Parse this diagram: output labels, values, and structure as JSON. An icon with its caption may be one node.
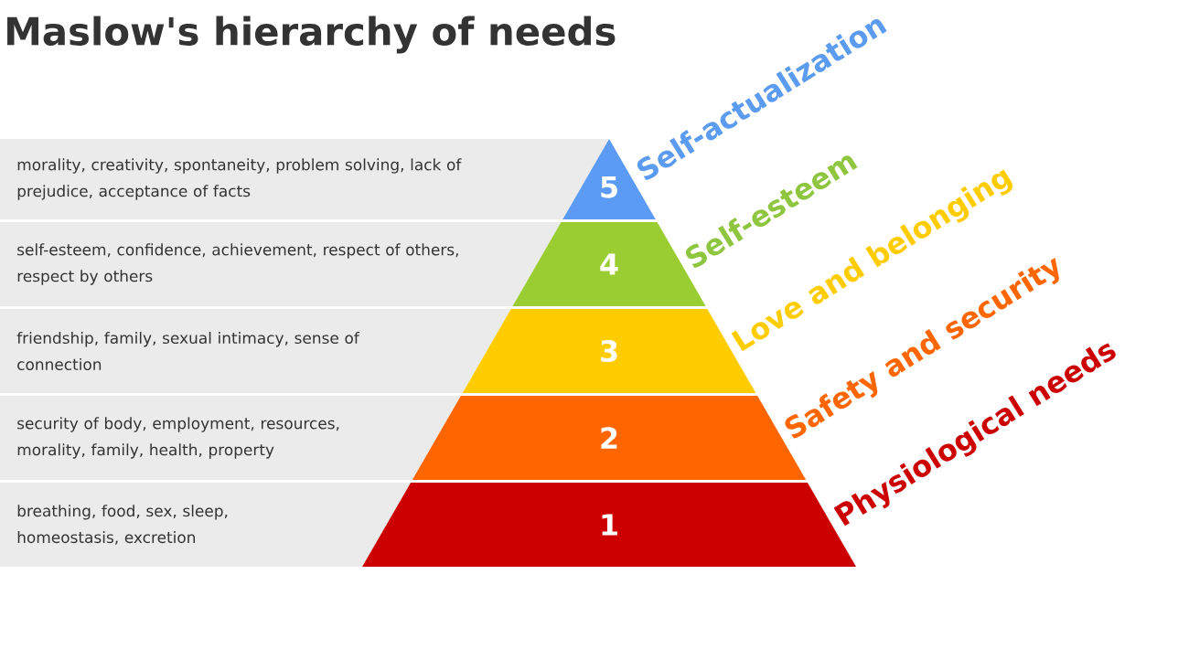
{
  "diagram": {
    "title": "Maslow's hierarchy of needs",
    "nodes": [
      {
        "text": [
          "morality, creativity, spontaneity, problem solving, lack of prejudice, acceptance of facts"
        ]
      },
      {
        "text": [
          "5"
        ],
        "beside": [
          "Self-actualization"
        ]
      },
      {
        "text": [
          "self-esteem, confidence, achievement, respect of others, respect by others"
        ]
      },
      {
        "text": [
          "4"
        ],
        "beside": [
          "Self-esteem"
        ]
      },
      {
        "text": [
          "friendship, family, sexual intimacy, sense of connection"
        ]
      },
      {
        "text": [
          "3"
        ],
        "beside": [
          "Love and belonging"
        ]
      },
      {
        "text": [
          "security of body, employment, resources, morality, family, health, property"
        ]
      },
      {
        "text": [
          "2"
        ],
        "beside": [
          "Safety and security"
        ]
      },
      {
        "text": [
          "breathing, food, sex, sleep, homeostasis, excretion"
        ]
      },
      {
        "text": [
          "1"
        ],
        "beside": [
          "Physiological needs"
        ]
      }
    ],
    "edges": []
  }
}
